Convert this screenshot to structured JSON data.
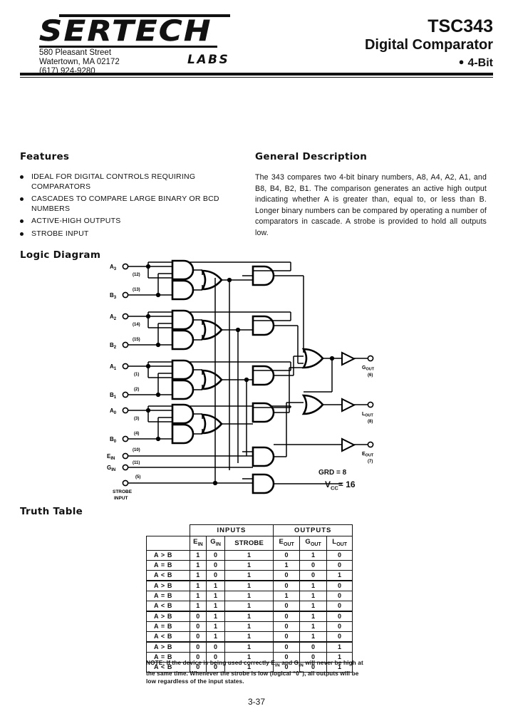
{
  "header": {
    "logo_name": "SERTECH",
    "logo_labs": "LABS",
    "address_line1": "580 Pleasant Street",
    "address_line2": "Watertown, MA  02172",
    "address_line3": "(617) 924-9280",
    "part_number": "TSC343",
    "product_title": "Digital Comparator",
    "product_bit": "4-Bit",
    "bullet_glyph": "●"
  },
  "features": {
    "heading": "Features",
    "items": [
      "IDEAL FOR DIGITAL CONTROLS REQUIRING COMPARATORS",
      "CASCADES TO COMPARE LARGE BINARY OR BCD NUMBERS",
      "ACTIVE-HIGH OUTPUTS",
      "STROBE INPUT"
    ]
  },
  "general_description": {
    "heading": "General Description",
    "body": "The 343 compares two 4-bit binary numbers, A8, A4, A2, A1, and B8, B4, B2, B1. The comparison generates an active high output indicating whether A is greater than, equal to, or less than B. Longer binary numbers can be compared by operating a number of comparators in cascade. A strobe is provided to hold all outputs low."
  },
  "logic_diagram": {
    "heading": "Logic Diagram",
    "inputs": [
      {
        "label": "A",
        "sub": "3",
        "pin": "(12)"
      },
      {
        "label": "B",
        "sub": "3",
        "pin": "(13)"
      },
      {
        "label": "A",
        "sub": "2",
        "pin": "(14)"
      },
      {
        "label": "B",
        "sub": "2",
        "pin": "(15)"
      },
      {
        "label": "A",
        "sub": "1",
        "pin": "(1)"
      },
      {
        "label": "B",
        "sub": "1",
        "pin": "(2)"
      },
      {
        "label": "A",
        "sub": "0",
        "pin": "(3)"
      },
      {
        "label": "B",
        "sub": "0",
        "pin": "(4)"
      }
    ],
    "control_inputs": [
      {
        "label": "E",
        "sub": "IN",
        "pin": "(10)"
      },
      {
        "label": "G",
        "sub": "IN",
        "pin": "(11)"
      }
    ],
    "strobe": {
      "pin": "(5)",
      "line1": "STROBE",
      "line2": "INPUT"
    },
    "outputs": [
      {
        "label": "G",
        "sub": "OUT",
        "pin": "(6)"
      },
      {
        "label": "L",
        "sub": "OUT",
        "pin": "(8)"
      },
      {
        "label": "E",
        "sub": "OUT",
        "pin": "(7)"
      }
    ],
    "power": {
      "gnd": "GRD = 8",
      "vcc_label": "V",
      "vcc_sub": "CC",
      "vcc_value": "= 16"
    }
  },
  "truth_table": {
    "heading": "Truth Table",
    "group_headers": [
      "INPUTS",
      "OUTPUTS"
    ],
    "columns": [
      {
        "label": "",
        "sub": ""
      },
      {
        "label": "E",
        "sub": "IN"
      },
      {
        "label": "G",
        "sub": "IN"
      },
      {
        "label": "STROBE",
        "sub": ""
      },
      {
        "label": "E",
        "sub": "OUT"
      },
      {
        "label": "G",
        "sub": "OUT"
      },
      {
        "label": "L",
        "sub": "OUT"
      }
    ],
    "rows": [
      {
        "cond": "A > B",
        "ein": "1",
        "gin": "0",
        "strobe": "1",
        "eout": "0",
        "gout": "1",
        "lout": "0",
        "sep": false
      },
      {
        "cond": "A = B",
        "ein": "1",
        "gin": "0",
        "strobe": "1",
        "eout": "1",
        "gout": "0",
        "lout": "0",
        "sep": false
      },
      {
        "cond": "A < B",
        "ein": "1",
        "gin": "0",
        "strobe": "1",
        "eout": "0",
        "gout": "0",
        "lout": "1",
        "sep": false
      },
      {
        "cond": "A > B",
        "ein": "1",
        "gin": "1",
        "strobe": "1",
        "eout": "0",
        "gout": "1",
        "lout": "0",
        "sep": true
      },
      {
        "cond": "A = B",
        "ein": "1",
        "gin": "1",
        "strobe": "1",
        "eout": "1",
        "gout": "1",
        "lout": "0",
        "sep": false
      },
      {
        "cond": "A < B",
        "ein": "1",
        "gin": "1",
        "strobe": "1",
        "eout": "0",
        "gout": "1",
        "lout": "0",
        "sep": false
      },
      {
        "cond": "A > B",
        "ein": "0",
        "gin": "1",
        "strobe": "1",
        "eout": "0",
        "gout": "1",
        "lout": "0",
        "sep": true
      },
      {
        "cond": "A = B",
        "ein": "0",
        "gin": "1",
        "strobe": "1",
        "eout": "0",
        "gout": "1",
        "lout": "0",
        "sep": false
      },
      {
        "cond": "A < B",
        "ein": "0",
        "gin": "1",
        "strobe": "1",
        "eout": "0",
        "gout": "1",
        "lout": "0",
        "sep": false
      },
      {
        "cond": "A > B",
        "ein": "0",
        "gin": "0",
        "strobe": "1",
        "eout": "0",
        "gout": "0",
        "lout": "1",
        "sep": true
      },
      {
        "cond": "A = B",
        "ein": "0",
        "gin": "0",
        "strobe": "1",
        "eout": "0",
        "gout": "0",
        "lout": "1",
        "sep": false
      },
      {
        "cond": "A < B",
        "ein": "0",
        "gin": "0",
        "strobe": "1",
        "eout": "0",
        "gout": "0",
        "lout": "1",
        "sep": false
      }
    ],
    "note": "NOTE: If the device is being used correctly EIN and GIN will never be high at the same time. Whenever the strobe is low (logical \"0\"), all outputs will be low regardless of the input states."
  },
  "footer": {
    "page_number": "3-37"
  }
}
